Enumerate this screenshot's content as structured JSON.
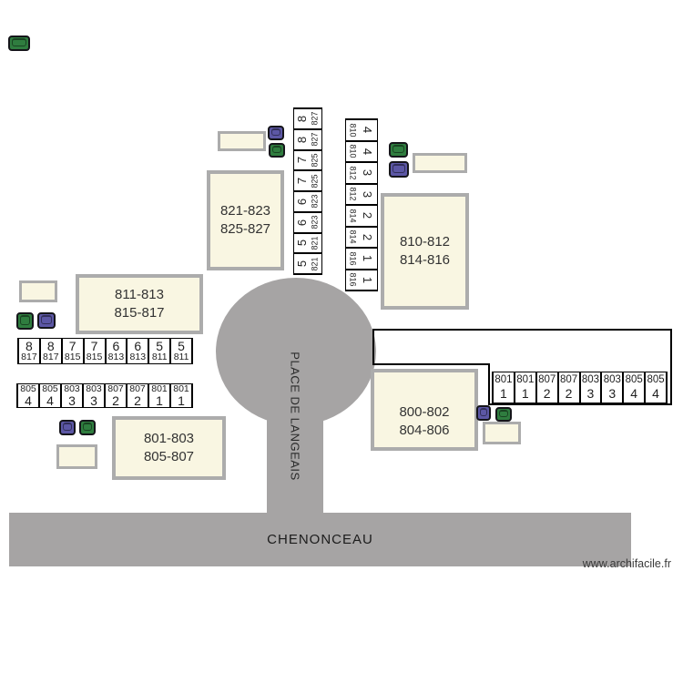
{
  "watermark": "www.archifacile.fr",
  "roads": {
    "main": "CHENONCEAU",
    "square": "PLACE DE LANGEAIS"
  },
  "buildings": {
    "b821": {
      "line1": "821-823",
      "line2": "825-827"
    },
    "b811": {
      "line1": "811-813",
      "line2": "815-817"
    },
    "b810": {
      "line1": "810-812",
      "line2": "814-816"
    },
    "b800": {
      "line1": "800-802",
      "line2": "804-806"
    },
    "b801": {
      "line1": "801-803",
      "line2": "805-807"
    }
  },
  "parking": {
    "strip_west": {
      "cells": [
        {
          "num": "8",
          "addr": "827"
        },
        {
          "num": "8",
          "addr": "827"
        },
        {
          "num": "7",
          "addr": "825"
        },
        {
          "num": "7",
          "addr": "825"
        },
        {
          "num": "6",
          "addr": "823"
        },
        {
          "num": "6",
          "addr": "823"
        },
        {
          "num": "5",
          "addr": "821"
        },
        {
          "num": "5",
          "addr": "821"
        }
      ]
    },
    "strip_east": {
      "cells": [
        {
          "addr": "810",
          "num": "4"
        },
        {
          "addr": "810",
          "num": "4"
        },
        {
          "addr": "812",
          "num": "3"
        },
        {
          "addr": "812",
          "num": "3"
        },
        {
          "addr": "814",
          "num": "2"
        },
        {
          "addr": "814",
          "num": "2"
        },
        {
          "addr": "816",
          "num": "1"
        },
        {
          "addr": "816",
          "num": "1"
        }
      ]
    },
    "row_nw": {
      "cells": [
        {
          "num": "8",
          "addr": "817"
        },
        {
          "num": "8",
          "addr": "817"
        },
        {
          "num": "7",
          "addr": "815"
        },
        {
          "num": "7",
          "addr": "815"
        },
        {
          "num": "6",
          "addr": "813"
        },
        {
          "num": "6",
          "addr": "813"
        },
        {
          "num": "5",
          "addr": "811"
        },
        {
          "num": "5",
          "addr": "811"
        }
      ]
    },
    "row_sw": {
      "cells": [
        {
          "addr": "805",
          "num": "4"
        },
        {
          "addr": "805",
          "num": "4"
        },
        {
          "addr": "803",
          "num": "3"
        },
        {
          "addr": "803",
          "num": "3"
        },
        {
          "addr": "807",
          "num": "2"
        },
        {
          "addr": "807",
          "num": "2"
        },
        {
          "addr": "801",
          "num": "1"
        },
        {
          "addr": "801",
          "num": "1"
        }
      ]
    },
    "row_se": {
      "cells": [
        {
          "addr": "801",
          "num": "1"
        },
        {
          "addr": "801",
          "num": "1"
        },
        {
          "addr": "807",
          "num": "2"
        },
        {
          "addr": "807",
          "num": "2"
        },
        {
          "addr": "803",
          "num": "3"
        },
        {
          "addr": "803",
          "num": "3"
        },
        {
          "addr": "805",
          "num": "4"
        },
        {
          "addr": "805",
          "num": "4"
        }
      ]
    }
  },
  "colors": {
    "building_fill": "#f9f6e2",
    "building_border": "#acacac",
    "road": "#a6a4a4",
    "bin_green": "#2f7d3f",
    "bin_purple": "#5c57a5"
  }
}
